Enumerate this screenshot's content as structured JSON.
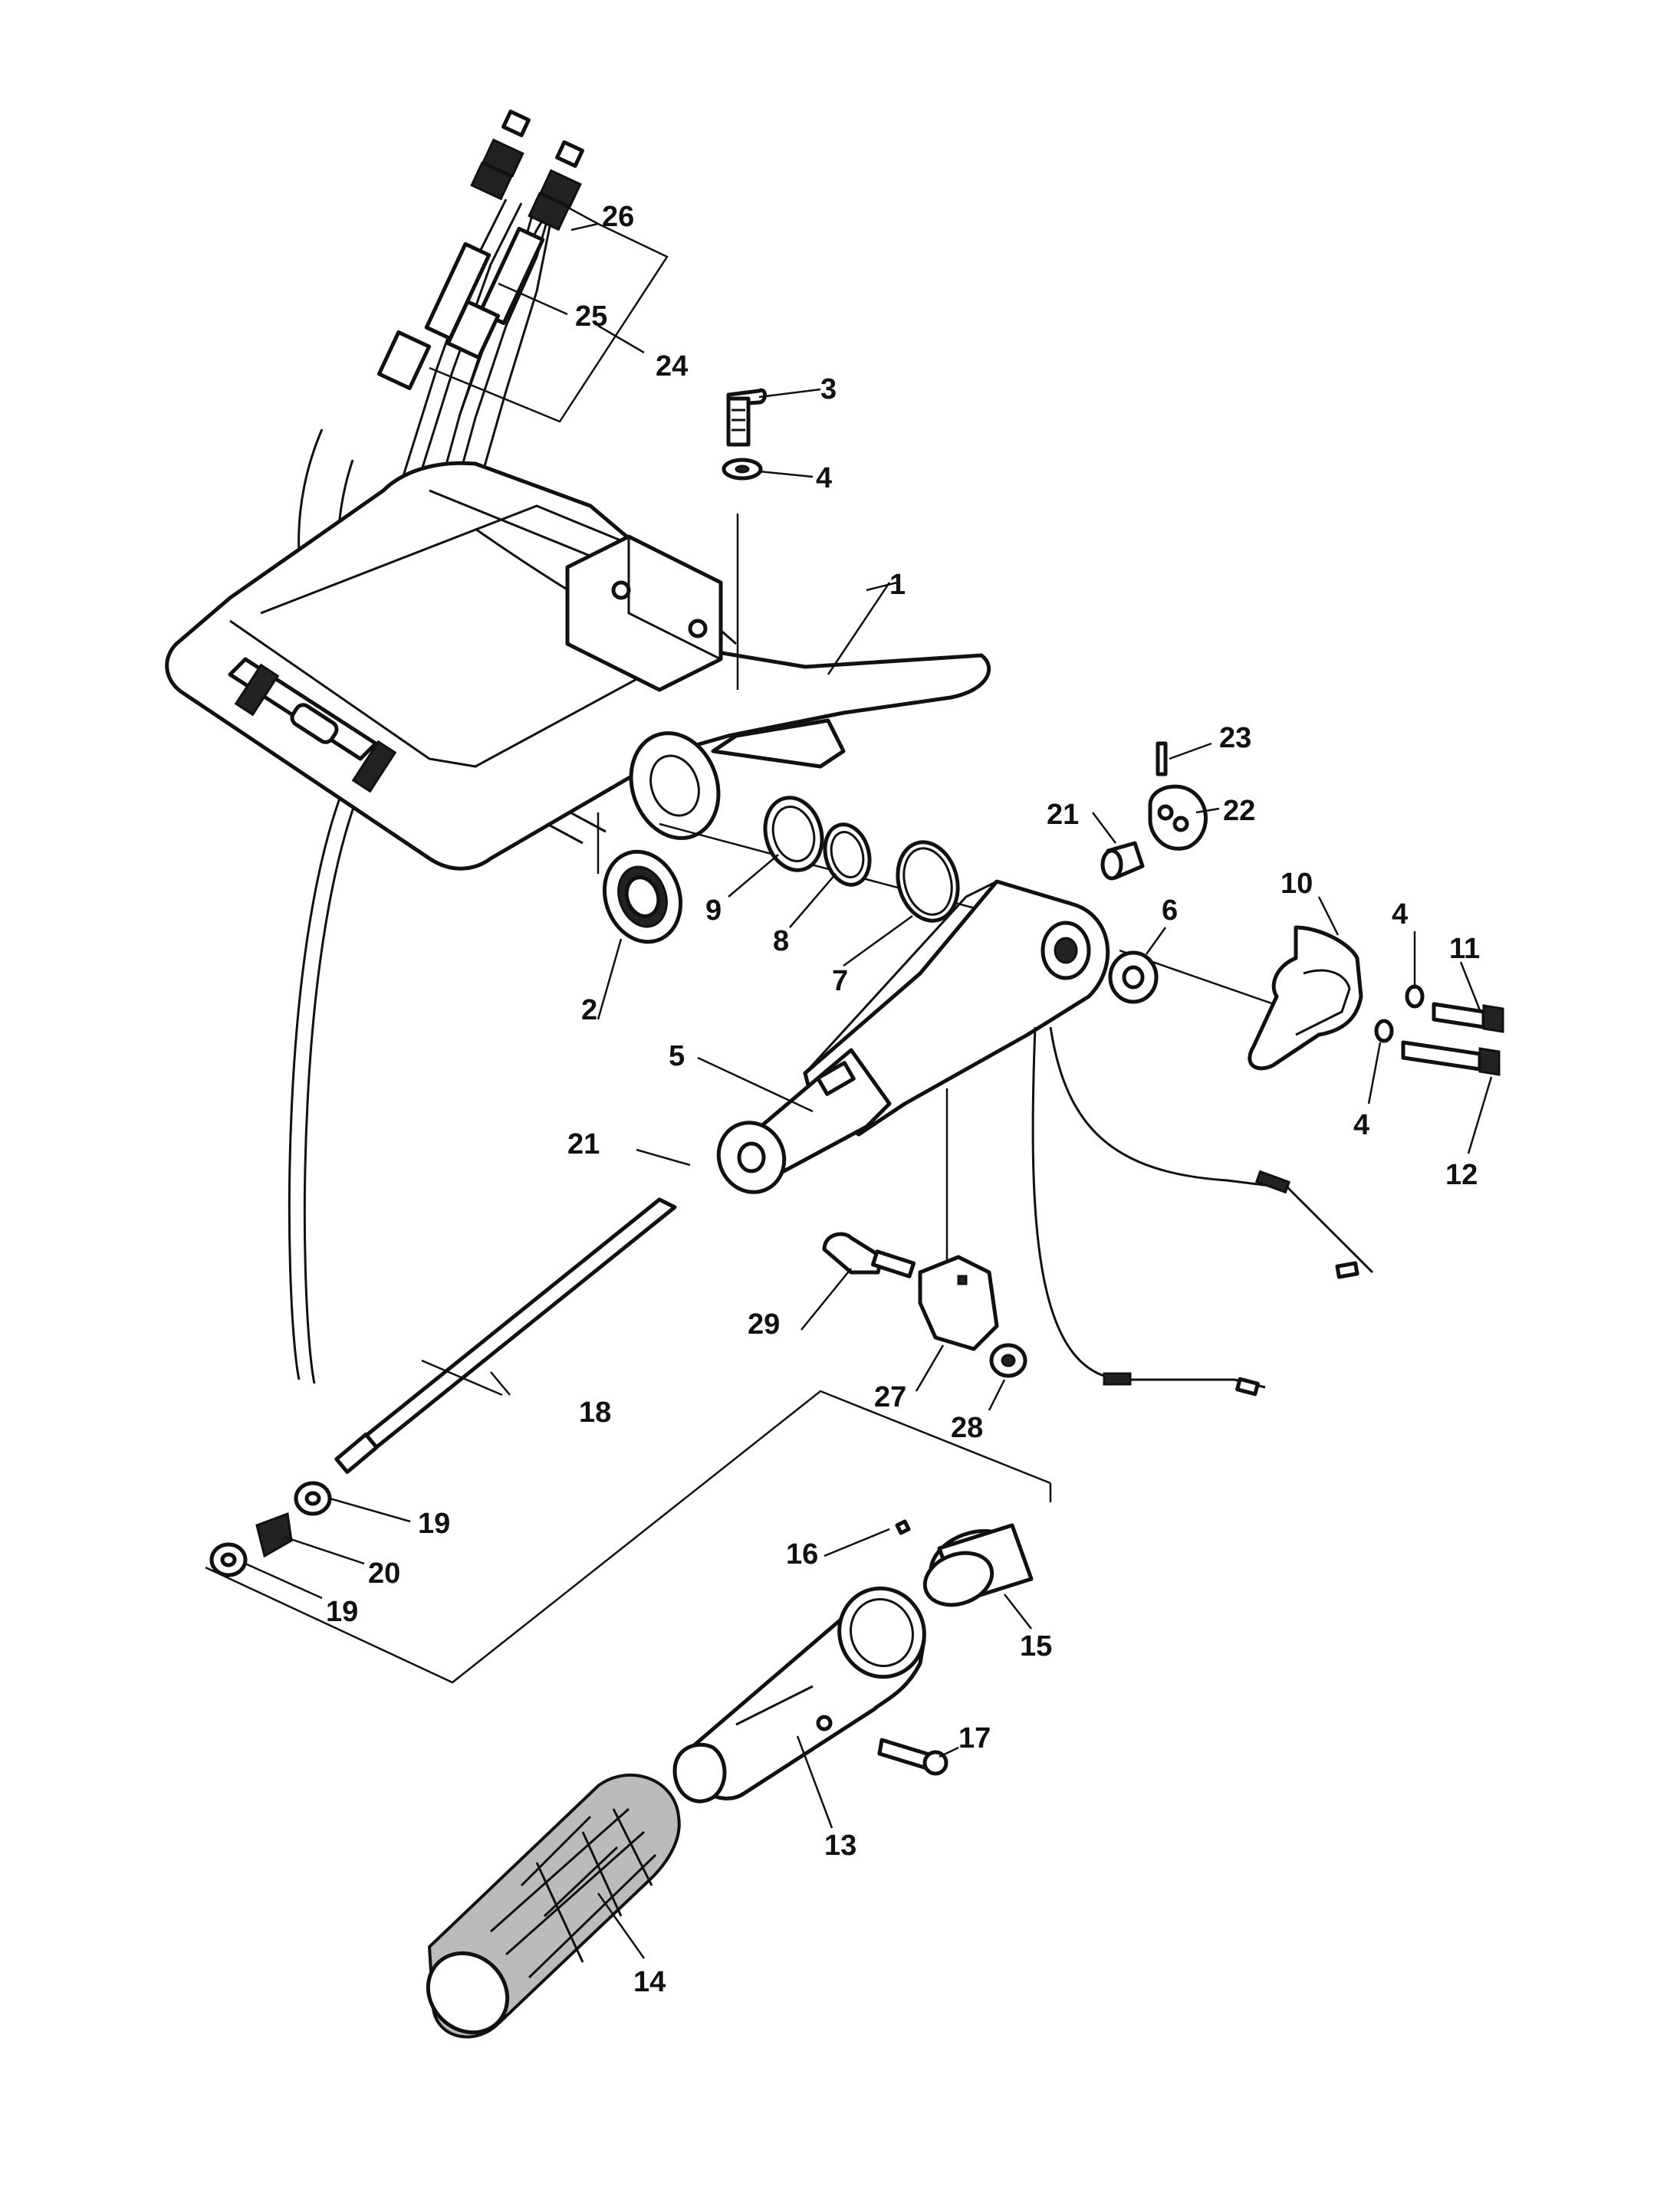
{
  "diagram": {
    "callouts": [
      "1",
      "2",
      "3",
      "4",
      "4",
      "4",
      "5",
      "6",
      "7",
      "8",
      "9",
      "10",
      "11",
      "12",
      "13",
      "14",
      "15",
      "16",
      "17",
      "18",
      "19",
      "19",
      "20",
      "21",
      "21",
      "22",
      "23",
      "24",
      "25",
      "26",
      "27",
      "28",
      "29"
    ]
  }
}
